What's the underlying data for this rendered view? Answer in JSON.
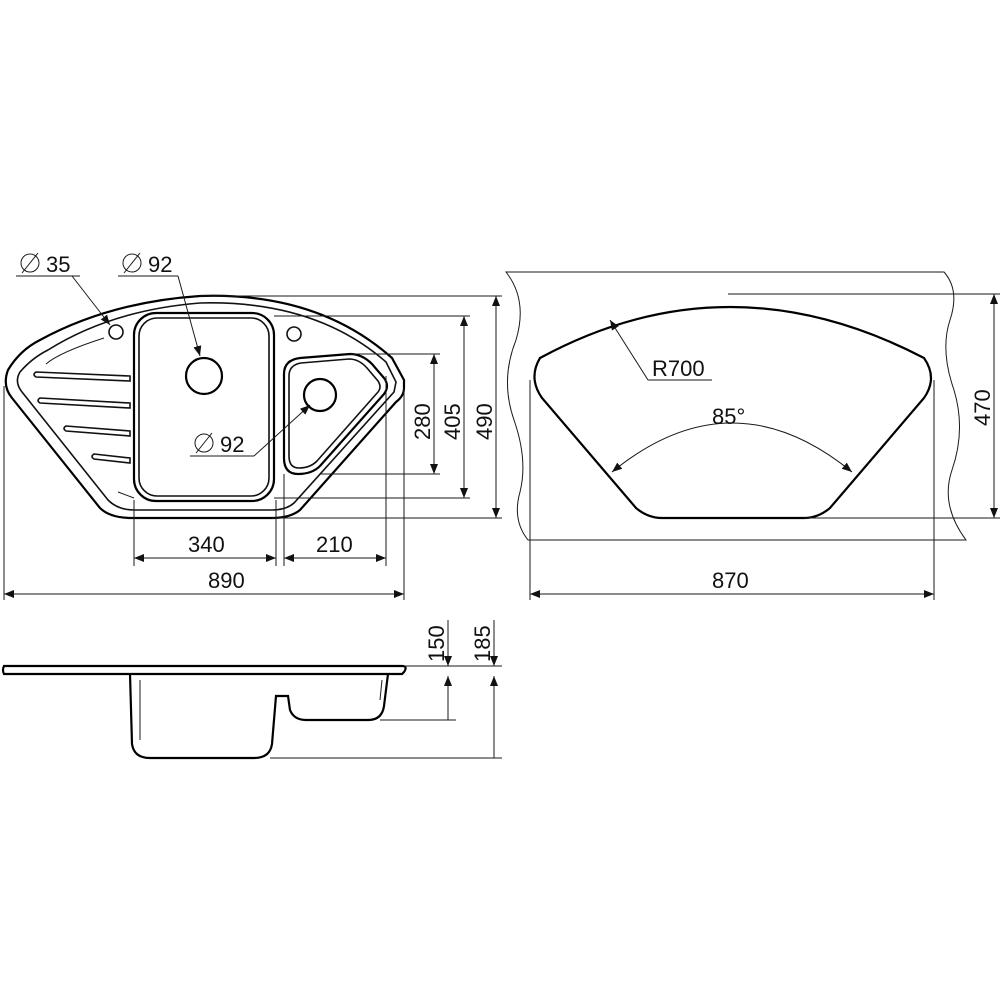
{
  "colors": {
    "line": "#111111",
    "background": "#ffffff"
  },
  "top_view": {
    "hole_small": "35",
    "hole_main": "92",
    "hole_secondary": "92",
    "width_main_bowl": "340",
    "width_secondary_bowl": "210",
    "overall_width": "890",
    "height_280": "280",
    "height_405": "405",
    "height_490": "490"
  },
  "section_view": {
    "depth_small": "150",
    "depth_large": "185"
  },
  "cutout_view": {
    "radius": "R700",
    "angle": "85°",
    "width": "870",
    "height": "470"
  }
}
